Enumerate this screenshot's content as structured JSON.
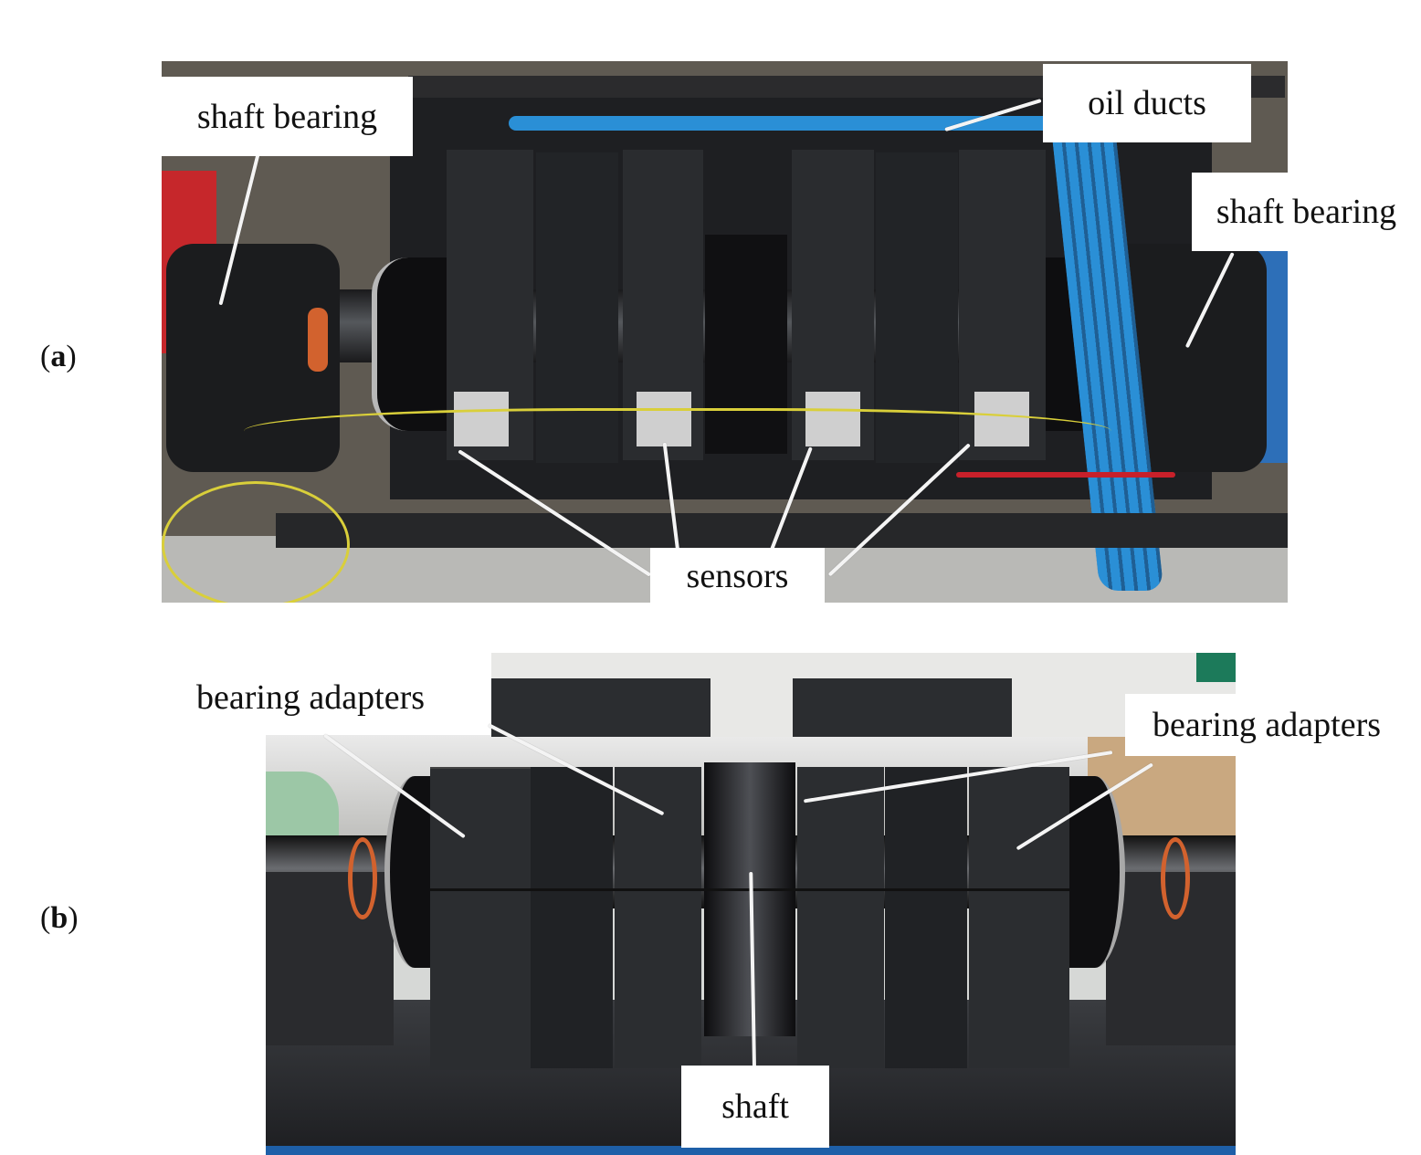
{
  "figure": {
    "panels": [
      {
        "id": "a",
        "tag_open": "(",
        "tag_letter": "a",
        "tag_close": ")",
        "labels": {
          "shaft_bearing_left": "shaft bearing",
          "oil_ducts": "oil ducts",
          "shaft_bearing_right": "shaft bearing",
          "sensors": "sensors"
        }
      },
      {
        "id": "b",
        "tag_open": "(",
        "tag_letter": "b",
        "tag_close": ")",
        "labels": {
          "bearing_adapters_left": "bearing adapters",
          "bearing_adapters_right": "bearing adapters",
          "shaft": "shaft"
        }
      }
    ],
    "colors": {
      "label_bg": "#ffffff",
      "label_text": "#111111",
      "leader_line": "#f4f4f4",
      "oil_duct_blue": "#2a8fd6",
      "adapter_black": "#26282b",
      "sensor_cable_yellow": "#d9cf3a",
      "cable_red": "#c8202a",
      "bearing_red_ring": "#d2622e"
    }
  }
}
